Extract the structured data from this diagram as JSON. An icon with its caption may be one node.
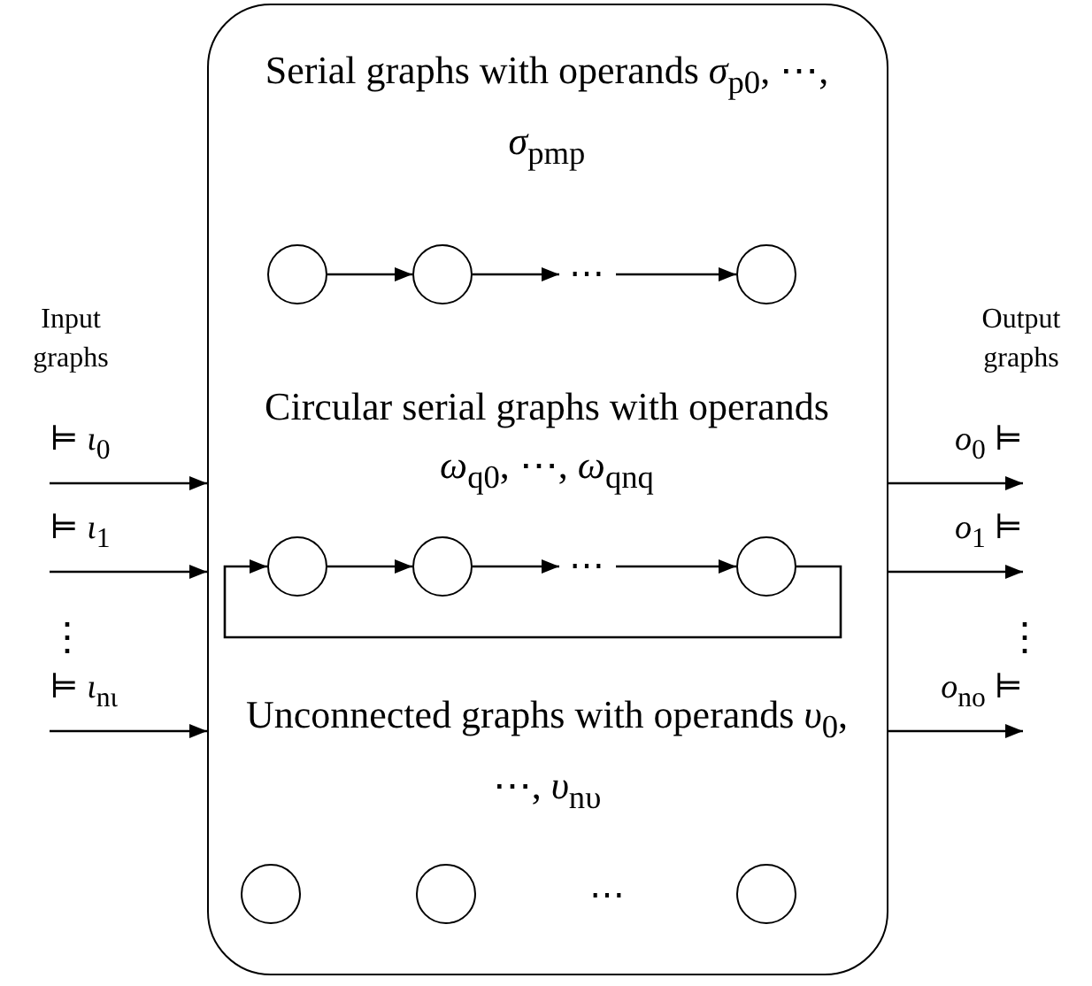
{
  "diagram": {
    "nodes": [
      {
        "text": [
          "Serial graphs with operands *σ*$_{p0}$, ⋯, *σ*$_{pm}$$_{p}$",
          "Circular serial graphs with operands *ω*$_{q0}$, ⋯, *ω*$_{qn}$$_{q}$",
          "Unconnected graphs with operands *υ*$_{0}$, ⋯, *υ*$_{nυ}$"
        ]
      },
      {
        "text": [],
        "shape": "circle",
        "in": 0
      },
      {
        "text": [],
        "shape": "circle",
        "in": 0
      },
      {
        "text": [
          "⋯"
        ],
        "in": 0
      },
      {
        "text": [],
        "shape": "circle",
        "in": 0
      },
      {
        "text": [],
        "shape": "circle",
        "in": 0
      },
      {
        "text": [],
        "shape": "circle",
        "in": 0
      },
      {
        "text": [
          "⋯"
        ],
        "in": 0
      },
      {
        "text": [],
        "shape": "circle",
        "in": 0
      },
      {
        "text": [],
        "shape": "circle",
        "in": 0
      },
      {
        "text": [],
        "shape": "circle",
        "in": 0
      },
      {
        "text": [],
        "shape": "circle",
        "in": 0
      }
    ],
    "edges": [
      {
        "from": 1,
        "to": 2,
        "arrow": "to"
      },
      {
        "from": 2,
        "to": 3,
        "arrow": "to"
      },
      {
        "from": 3,
        "to": 4,
        "arrow": "to"
      },
      {
        "from": 5,
        "to": 6,
        "arrow": "to"
      },
      {
        "from": 6,
        "to": 7,
        "arrow": "to"
      },
      {
        "from": 7,
        "to": 8,
        "arrow": "to"
      },
      {
        "from": 8,
        "to": 5,
        "arrow": "to"
      },
      {
        "from": null,
        "to": 0,
        "arrow": "to",
        "label": "⊨ *ι*$_{0}$"
      },
      {
        "from": null,
        "to": 0,
        "arrow": "to",
        "label": "⊨ *ι*$_{1}$"
      },
      {
        "from": null,
        "to": 0,
        "arrow": "to",
        "label": "⊨ *ι*$_{nι}$"
      },
      {
        "from": 0,
        "to": null,
        "arrow": "to",
        "label": "*o*$_{0}$ ⊨"
      },
      {
        "from": 0,
        "to": null,
        "arrow": "to",
        "label": "*o*$_{1}$ ⊨"
      },
      {
        "from": 0,
        "to": null,
        "arrow": "to",
        "label": "*o*$_{no}$ ⊨"
      }
    ],
    "labels": [
      "Input graphs",
      "Output graphs",
      "⋮",
      "⋮",
      "⋯"
    ]
  }
}
